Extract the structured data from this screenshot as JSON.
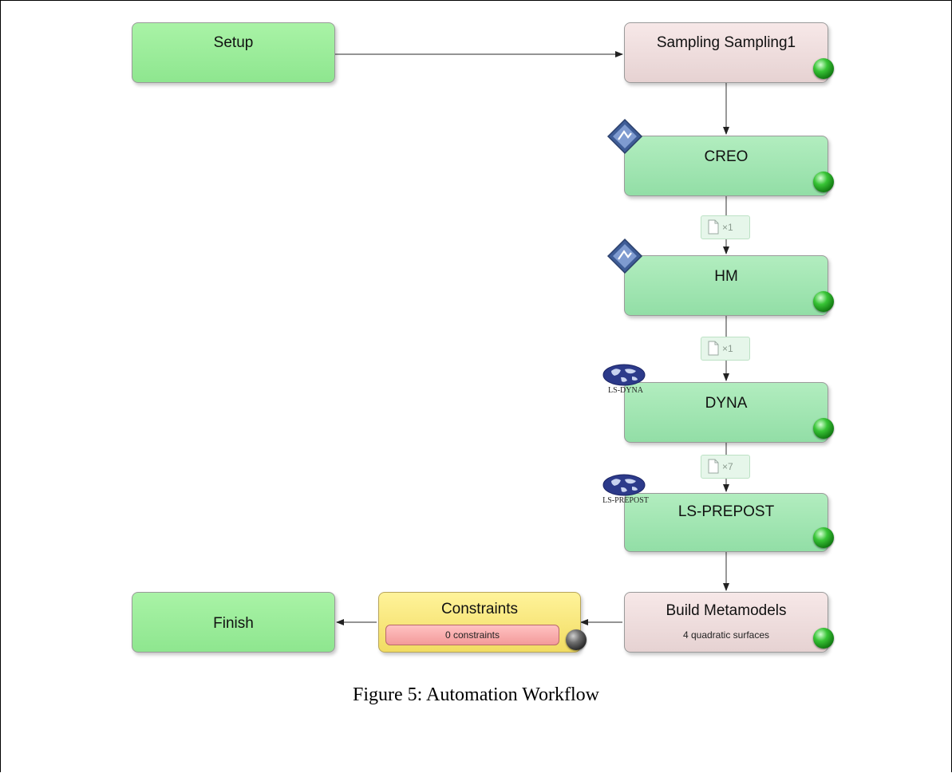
{
  "caption": "Figure 5: Automation Workflow",
  "nodes": {
    "setup": {
      "title": "Setup"
    },
    "sampling": {
      "title": "Sampling Sampling1"
    },
    "creo": {
      "title": "CREO"
    },
    "hm": {
      "title": "HM"
    },
    "dyna": {
      "title": "DYNA",
      "icon_label": "LS-DYNA"
    },
    "lsprepost": {
      "title": "LS-PREPOST",
      "icon_label": "LS-PREPOST"
    },
    "build": {
      "title": "Build Metamodels",
      "subtitle": "4 quadratic surfaces"
    },
    "constraints": {
      "title": "Constraints",
      "subtitle": "0 constraints"
    },
    "finish": {
      "title": "Finish"
    }
  },
  "file_badges": [
    {
      "count": "×1"
    },
    {
      "count": "×1"
    },
    {
      "count": "×7"
    }
  ],
  "colors": {
    "process_node": "#a1e6b2",
    "start_end_node": "#9ceb9b",
    "tool_node": "#efdcdc",
    "constraint_node": "#f9e87e",
    "constraint_pill": "#f6a8a8",
    "status_ok": "#2fb52d",
    "status_idle": "#3a3a3a"
  }
}
